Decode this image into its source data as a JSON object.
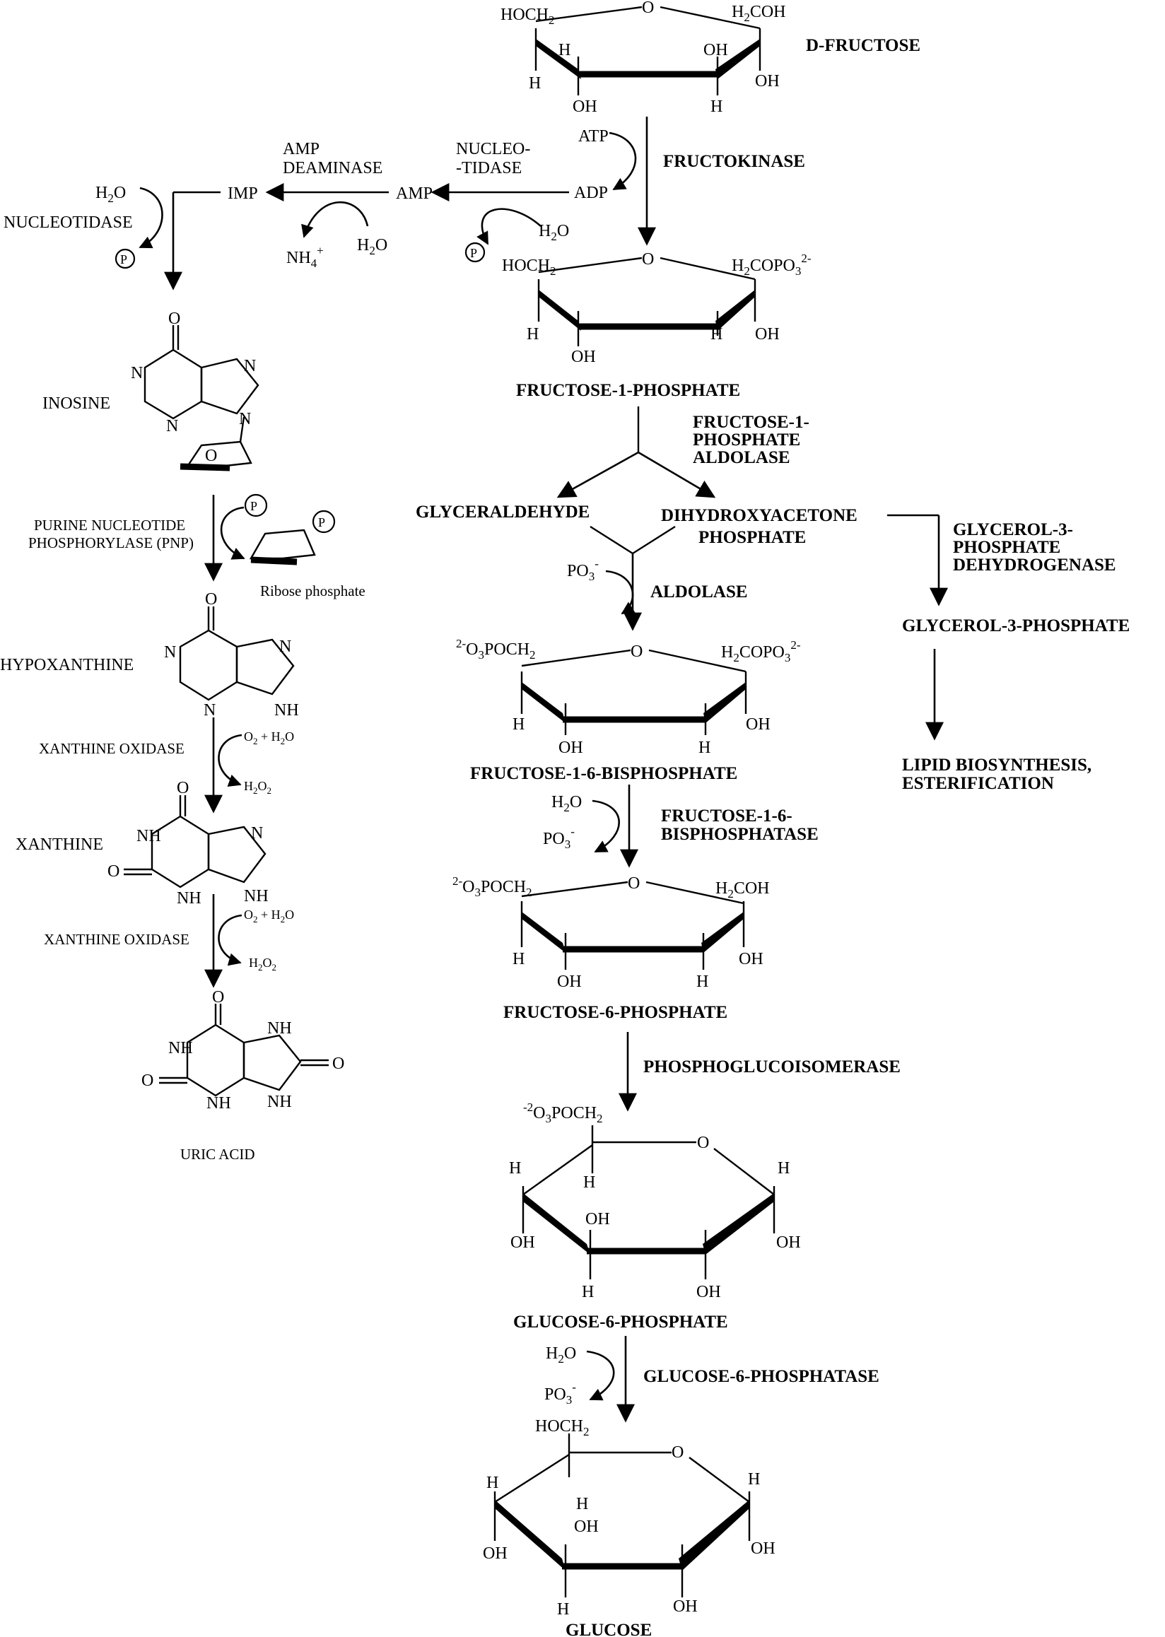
{
  "compounds": {
    "d_fructose": "D-FRUCTOSE",
    "fructose_1_phosphate": "FRUCTOSE-1-PHOSPHATE",
    "glyceraldehyde": "GLYCERALDEHYDE",
    "dhap_line1": "DIHYDROXYACETONE",
    "dhap_line2": "PHOSPHATE",
    "fructose_1_6_bisphosphate": "FRUCTOSE-1-6-BISPHOSPHATE",
    "fructose_6_phosphate": "FRUCTOSE-6-PHOSPHATE",
    "glucose_6_phosphate": "GLUCOSE-6-PHOSPHATE",
    "glucose": "GLUCOSE",
    "glycerol_3_phosphate": "GLYCEROL-3-PHOSPHATE",
    "lipid_line1": "LIPID BIOSYNTHESIS,",
    "lipid_line2": "ESTERIFICATION",
    "amp": "AMP",
    "imp": "IMP",
    "inosine": "INOSINE",
    "hypoxanthine": "HYPOXANTHINE",
    "xanthine": "XANTHINE",
    "uric_acid": "URIC ACID",
    "ribose_phosphate": "Ribose phosphate"
  },
  "enzymes": {
    "fructokinase": "FRUCTOKINASE",
    "f1p_aldolase_line1": "FRUCTOSE-1-",
    "f1p_aldolase_line2": "PHOSPHATE",
    "f1p_aldolase_line3": "ALDOLASE",
    "aldolase": "ALDOLASE",
    "g3pdh_line1": "GLYCEROL-3-",
    "g3pdh_line2": "PHOSPHATE",
    "g3pdh_line3": "DEHYDROGENASE",
    "fbpase_line1": "FRUCTOSE-1-6-",
    "fbpase_line2": "BISPHOSPHATASE",
    "phosphoglucoisomerase": "PHOSPHOGLUCOISOMERASE",
    "g6pase": "GLUCOSE-6-PHOSPHATASE",
    "nucleotidase_split_line1": "NUCLEO-",
    "nucleotidase_split_line2": "-TIDASE",
    "amp_deaminase_line1": "AMP",
    "amp_deaminase_line2": "DEAMINASE",
    "nucleotidase": "NUCLEOTIDASE",
    "pnp_line1": "PURINE NUCLEOTIDE",
    "pnp_line2": "PHOSPHORYLASE (PNP)",
    "xanthine_oxidase_1": "XANTHINE  OXIDASE",
    "xanthine_oxidase_2": "XANTHINE OXIDASE"
  },
  "cofactors": {
    "atp": "ATP",
    "adp": "ADP",
    "water": "H",
    "water_sub": "2",
    "water_tail": "O",
    "nh4": "NH",
    "nh4_sub": "4",
    "nh4_sup": "+",
    "phosphate_circle": "P",
    "po3": "PO",
    "po3_sub": "3",
    "po3_sup": "-",
    "o2_h2o": "O",
    "o2_plus": " + H",
    "h2o2": "H"
  },
  "atoms": {
    "O": "O",
    "H": "H",
    "OH": "OH",
    "N": "N",
    "NH": "NH",
    "HOCH2": "HOCH",
    "H2COH": "COH",
    "H2COPO3": "COPO",
    "O3POCH2": "O",
    "O3POCH2_mid": "POCH",
    "two_minus": "2-",
    "minus_two": "-2",
    "sub2": "2",
    "sub3": "3"
  }
}
